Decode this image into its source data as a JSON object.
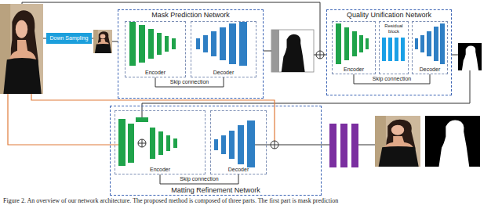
{
  "diagram": {
    "caption": "Figure 2. An overview of our network architecture. The proposed method is composed of three parts. The first part is mask prediction",
    "nodes": [
      {
        "text": [
          "Down Sampling"
        ]
      },
      {
        "text": [
          "Mask Prediction Network"
        ]
      },
      {
        "text": [
          "Encoder"
        ],
        "in": 1
      },
      {
        "text": [
          "Decoder"
        ],
        "in": 1
      },
      {
        "text": [
          "Quality Unification Network"
        ]
      },
      {
        "text": [
          "Encoder"
        ],
        "in": 4
      },
      {
        "text": [
          "Residual block"
        ],
        "in": 4
      },
      {
        "text": [
          "Decoder"
        ],
        "in": 4
      },
      {
        "text": [
          "Matting Refinement Network"
        ]
      },
      {
        "text": [
          "Encoder"
        ],
        "in": 8
      },
      {
        "text": [
          "Decoder"
        ],
        "in": 8
      }
    ],
    "edges": [
      {
        "from": 2,
        "to": 3,
        "arrow": "none",
        "label": "Skip connection"
      },
      {
        "from": 5,
        "to": 7,
        "arrow": "none",
        "label": "Skip connection"
      },
      {
        "from": 9,
        "to": 10,
        "arrow": "none",
        "label": "Skip connection"
      }
    ]
  }
}
